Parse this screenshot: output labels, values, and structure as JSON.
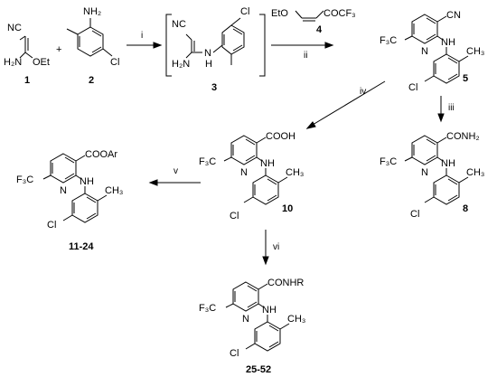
{
  "compounds": {
    "c1": {
      "number": "1",
      "labels": [
        "NC",
        "H₂N",
        "OEt"
      ]
    },
    "c2": {
      "number": "2",
      "labels": [
        "NH₂",
        "Cl"
      ]
    },
    "c3": {
      "number": "3",
      "labels": [
        "NC",
        "H₂N",
        "N",
        "H",
        "Cl"
      ]
    },
    "c4": {
      "number": "4",
      "labels": [
        "EtO",
        "COCF₃"
      ]
    },
    "c5": {
      "number": "5",
      "labels": [
        "CN",
        "F₃C",
        "N",
        "NH",
        "CH₃",
        "Cl"
      ]
    },
    "c8": {
      "number": "8",
      "labels": [
        "CONH₂",
        "F₃C",
        "N",
        "NH",
        "CH₃",
        "Cl"
      ]
    },
    "c10": {
      "number": "10",
      "labels": [
        "COOH",
        "F₃C",
        "N",
        "NH",
        "CH₃",
        "Cl"
      ]
    },
    "c11": {
      "number": "11-24",
      "labels": [
        "COOAr",
        "F₃C",
        "N",
        "NH",
        "CH₃",
        "Cl"
      ]
    },
    "c25": {
      "number": "25-52",
      "labels": [
        "CONHR",
        "F₃C",
        "N",
        "NH",
        "CH₃",
        "Cl"
      ]
    }
  },
  "plus_sign": "+",
  "steps": [
    "i",
    "ii",
    "iii",
    "iv",
    "v",
    "vi"
  ]
}
